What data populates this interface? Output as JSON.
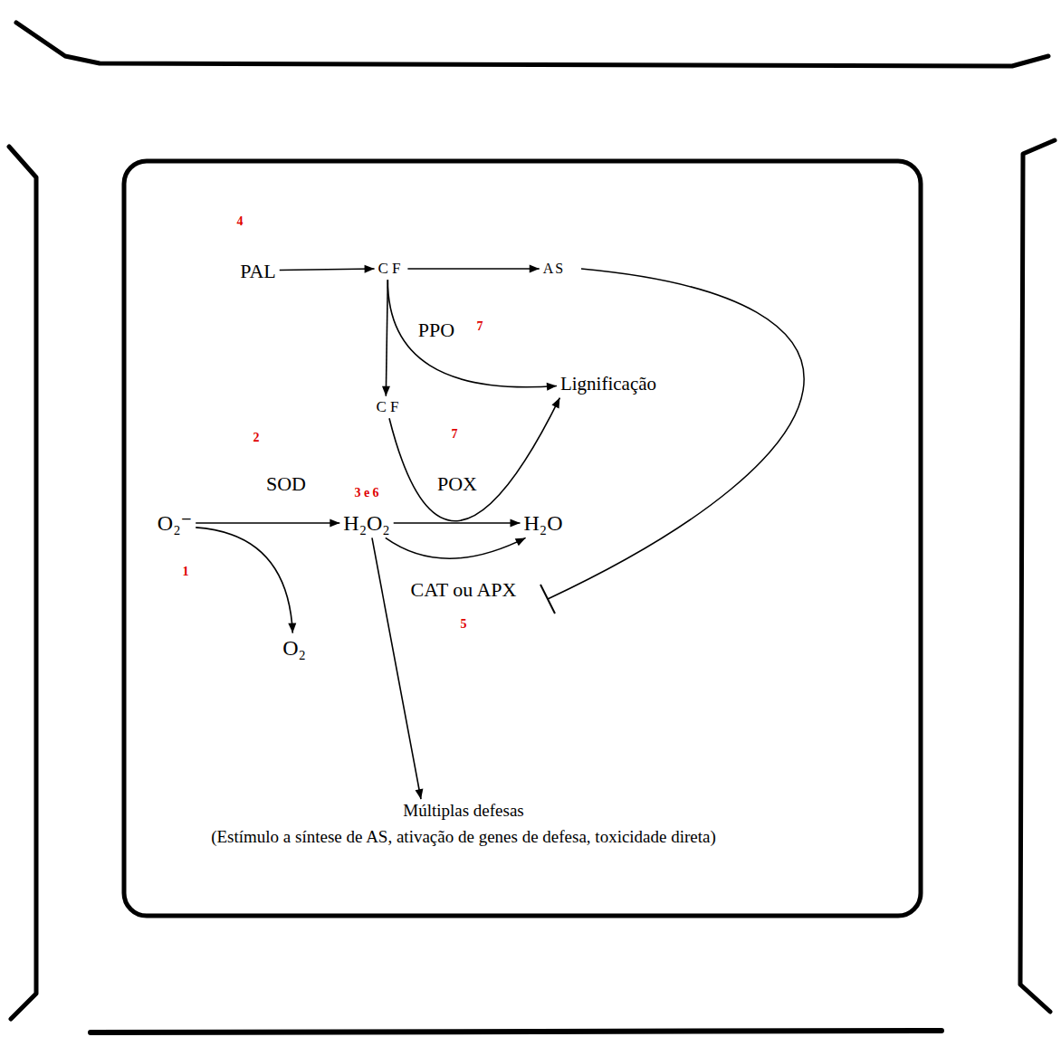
{
  "diagram": {
    "nodes": [
      {
        "text": [
          "PAL"
        ]
      },
      {
        "text": [
          "CF"
        ]
      },
      {
        "text": [
          "AS"
        ]
      },
      {
        "text": [
          "Lignificação"
        ]
      },
      {
        "text": [
          "CF"
        ]
      },
      {
        "text": [
          "O₂⁻"
        ]
      },
      {
        "text": [
          "H₂O₂"
        ]
      },
      {
        "text": [
          "H₂O"
        ]
      },
      {
        "text": [
          "O₂"
        ]
      },
      {
        "text": [
          "Múltiplas defesas",
          "(Estímulo a síntese de AS, ativação de genes de defesa, toxicidade direta)"
        ]
      }
    ],
    "edges": [
      {
        "from": 0,
        "to": 1,
        "arrow": "to"
      },
      {
        "from": 1,
        "to": 2,
        "arrow": "to"
      },
      {
        "from": 1,
        "to": 4,
        "label": "PPO",
        "arrow": "to"
      },
      {
        "from": 1,
        "to": 3,
        "arrow": "to"
      },
      {
        "from": 4,
        "to": 3,
        "label": "POX",
        "arrow": "to"
      },
      {
        "from": 5,
        "to": 6,
        "label": "SOD",
        "arrow": "to"
      },
      {
        "from": 5,
        "to": 8,
        "arrow": "to"
      },
      {
        "from": 6,
        "to": 7,
        "arrow": "to"
      },
      {
        "from": 6,
        "to": 7,
        "label": "CAT ou APX",
        "arrow": "to"
      },
      {
        "from": 6,
        "to": 9,
        "arrow": "to"
      }
    ],
    "labels": [
      "4",
      "7",
      "2",
      "3 e 6",
      "7",
      "1",
      "5"
    ]
  }
}
